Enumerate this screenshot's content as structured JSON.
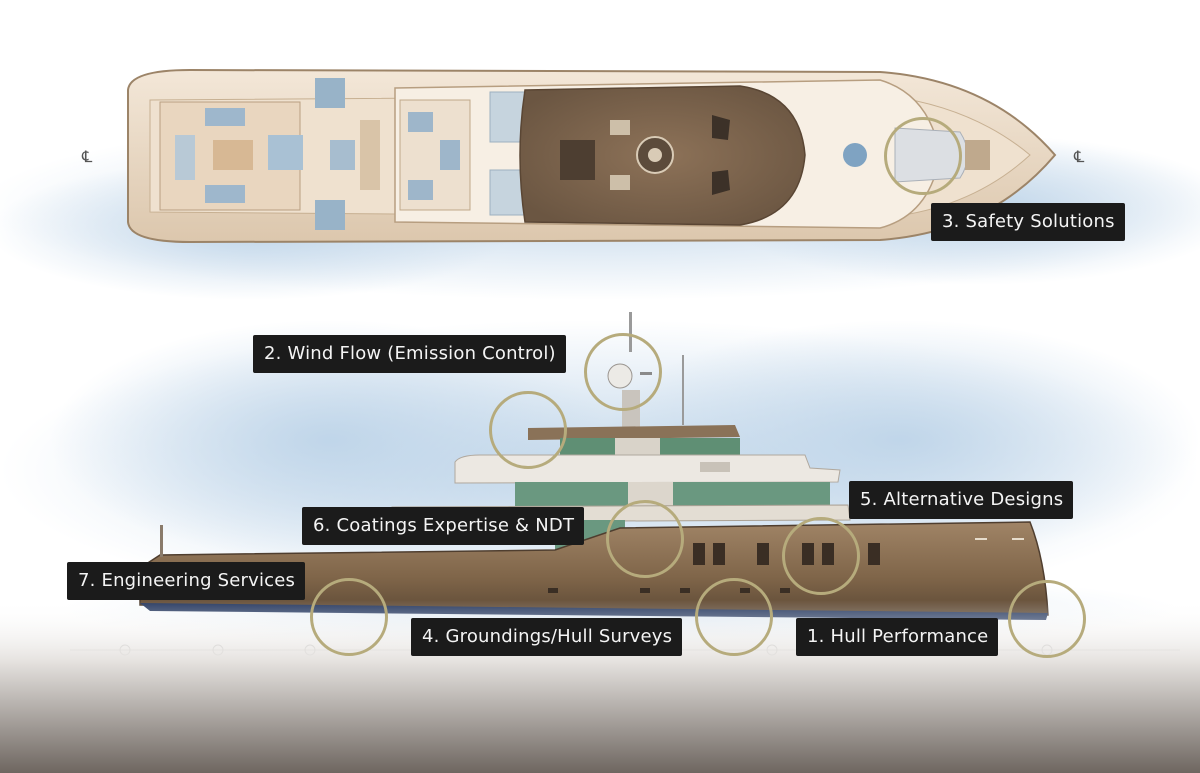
{
  "colors": {
    "label_bg": "#1b1b1b",
    "label_text": "#f4f4f4",
    "ring": "#b6ab7c",
    "hull": "#8c7256",
    "deck": "#e9d8c3",
    "glass": "#5f8f74",
    "sky": "#cfe0ef"
  },
  "callouts": {
    "hull_performance": "1. Hull Performance",
    "wind_flow": "2. Wind Flow (Emission Control)",
    "safety_solutions": "3. Safety Solutions",
    "groundings": "4. Groundings/Hull Surveys",
    "alternative_designs": "5. Alternative Designs",
    "coatings": "6. Coatings Expertise & NDT",
    "engineering": "7. Engineering Services"
  }
}
